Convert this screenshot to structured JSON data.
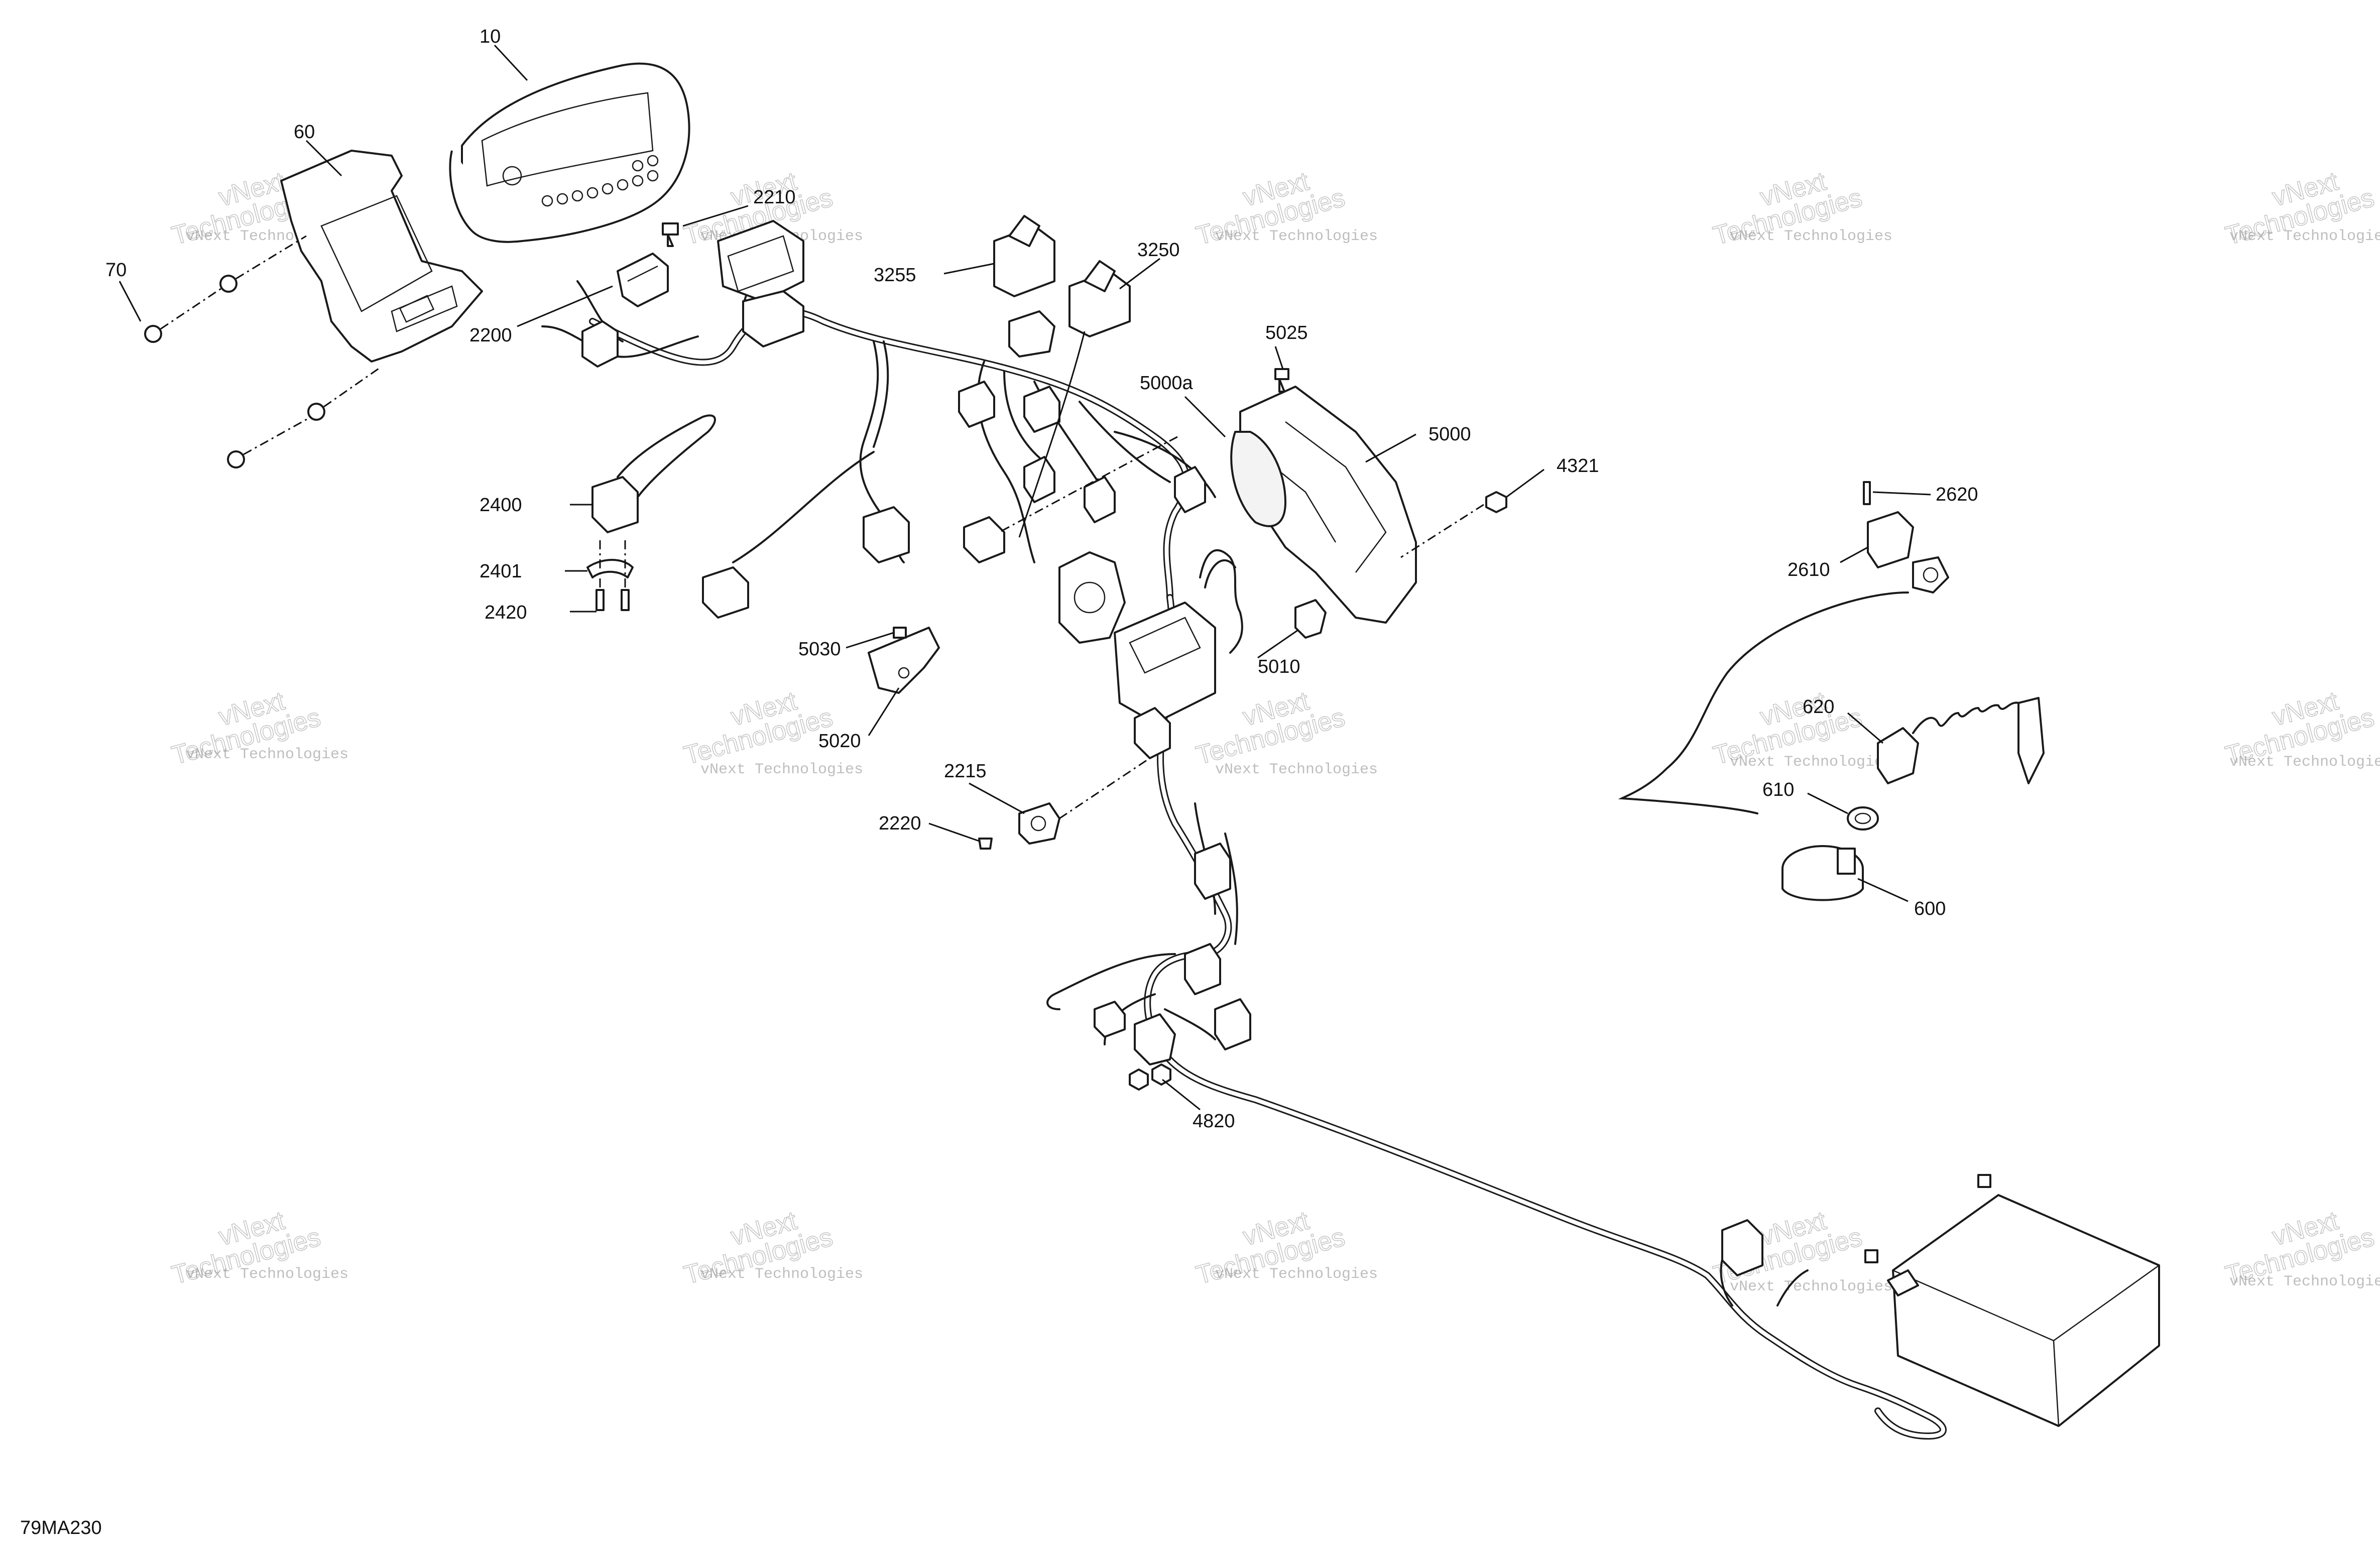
{
  "diagram_code": "79MA230",
  "watermark": {
    "line1": "vNext",
    "line2": "Technologies",
    "full": "vNext Technologies"
  },
  "callouts": [
    {
      "id": "10",
      "text": "10"
    },
    {
      "id": "60",
      "text": "60"
    },
    {
      "id": "70",
      "text": "70"
    },
    {
      "id": "2210",
      "text": "2210"
    },
    {
      "id": "2200",
      "text": "2200"
    },
    {
      "id": "3255",
      "text": "3255"
    },
    {
      "id": "3250",
      "text": "3250"
    },
    {
      "id": "5025",
      "text": "5025"
    },
    {
      "id": "5000a",
      "text": "5000a"
    },
    {
      "id": "5000",
      "text": "5000"
    },
    {
      "id": "4321",
      "text": "4321"
    },
    {
      "id": "2620",
      "text": "2620"
    },
    {
      "id": "2610",
      "text": "2610"
    },
    {
      "id": "2400",
      "text": "2400"
    },
    {
      "id": "2401",
      "text": "2401"
    },
    {
      "id": "2420",
      "text": "2420"
    },
    {
      "id": "5030",
      "text": "5030"
    },
    {
      "id": "5010",
      "text": "5010"
    },
    {
      "id": "5020",
      "text": "5020"
    },
    {
      "id": "2215",
      "text": "2215"
    },
    {
      "id": "2220",
      "text": "2220"
    },
    {
      "id": "620",
      "text": "620"
    },
    {
      "id": "610",
      "text": "610"
    },
    {
      "id": "600",
      "text": "600"
    },
    {
      "id": "4820",
      "text": "4820"
    }
  ]
}
